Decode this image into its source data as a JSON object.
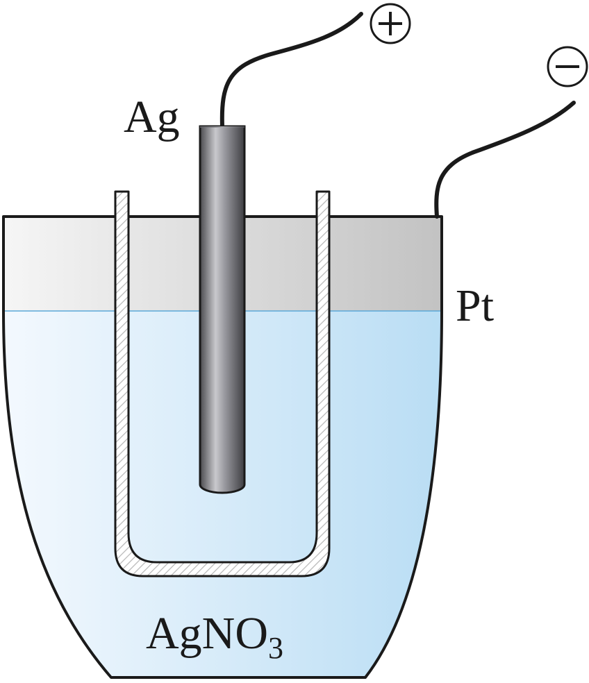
{
  "labels": {
    "anode_electrode": "Ag",
    "cathode_electrode": "Pt",
    "electrolyte_main": "AgNO",
    "electrolyte_subscript": "3"
  },
  "terminals": {
    "positive": "+",
    "negative": "−"
  },
  "colors": {
    "solution_light": "#f2f8fd",
    "solution_dark": "#bcdff5",
    "pt_light": "#f4f4f4",
    "pt_dark": "#c4c4c4",
    "outline": "#1a1a1a",
    "liquid_line": "#5aa8d8"
  }
}
